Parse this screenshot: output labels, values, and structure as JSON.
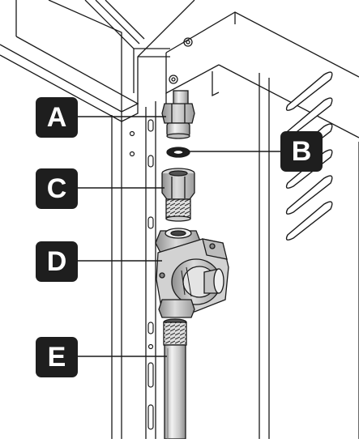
{
  "callouts": [
    {
      "id": "A",
      "label": "A"
    },
    {
      "id": "B",
      "label": "B"
    },
    {
      "id": "C",
      "label": "C"
    },
    {
      "id": "D",
      "label": "D"
    },
    {
      "id": "E",
      "label": "E"
    }
  ],
  "colors": {
    "badge": "#1e1e1e",
    "badge_text": "#ffffff",
    "line_art": "#1a1a1a",
    "metal_light": "#e6e6e6",
    "metal_mid": "#bdbdbd",
    "metal_dark": "#8a8a8a"
  }
}
